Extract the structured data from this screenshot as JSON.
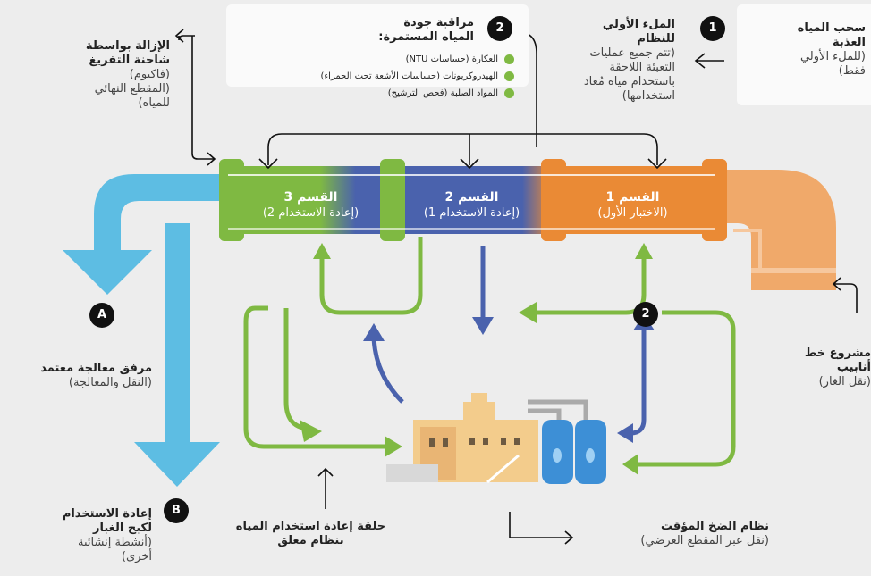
{
  "monitoring": {
    "badge": "2",
    "title_line1": "مراقبة جودة",
    "title_line2": "المياه المستمرة:",
    "items": [
      "العكارة (حساسات NTU)",
      "الهيدروكربونات (حساسات الأشعة تحت الحمراء)",
      "المواد الصلبة (فحص الترشيح)"
    ]
  },
  "initial_fill": {
    "badge": "1",
    "title_line1": "الملء الأولي",
    "title_line2": "للنظام",
    "note_line1": "(تتم جميع عمليات",
    "note_line2": "التعبئة اللاحقة",
    "note_line3": "باستخدام مياه مُعاد",
    "note_line4": "استخدامها)"
  },
  "fresh_water": {
    "title_line1": "سحب المياه",
    "title_line2": "العذبة",
    "note_line1": "(للملء الأولي",
    "note_line2": "فقط)"
  },
  "vacuum_removal": {
    "title_line1": "الإزالة بواسطة",
    "title_line2": "شاحنة التفريغ",
    "note_line1": "(فاكيوم)",
    "note_line2": "(المقطع النهائي",
    "note_line3": "للمياه)"
  },
  "sections": [
    {
      "title": "القسم 3",
      "subtitle": "(إعادة الاستخدام 2)"
    },
    {
      "title": "القسم 2",
      "subtitle": "(إعادة الاستخدام 1)"
    },
    {
      "title": "القسم 1",
      "subtitle": "(الاختبار الأول)"
    }
  ],
  "badge_a": "A",
  "badge_b": "B",
  "badge_2b": "2",
  "treatment_facility": {
    "title": "مرفق معالجة معتمد",
    "note": "(النقل والمعالجة)"
  },
  "pipeline_project": {
    "title_line1": "مشروع خط",
    "title_line2": "أنابيب",
    "note": "(نقل الغاز)"
  },
  "dust_reuse": {
    "title_line1": "إعادة الاستخدام",
    "title_line2": "لكبح الغبار",
    "note_line1": "(أنشطة إنشائية",
    "note_line2": "أخرى)"
  },
  "closed_loop": {
    "title_line1": "حلقة إعادة استخدام المياه",
    "title_line2": "بنظام مغلق"
  },
  "temporary_pumping": {
    "title": "نظام الضخ المؤقت",
    "note": "(نقل عبر المقطع العرضي)"
  },
  "colors": {
    "green": "#7fb942",
    "blue": "#4a62ad",
    "orange": "#ea8a35",
    "light_orange": "#f0a96a",
    "sky": "#5dbde3",
    "badge": "#111111"
  }
}
